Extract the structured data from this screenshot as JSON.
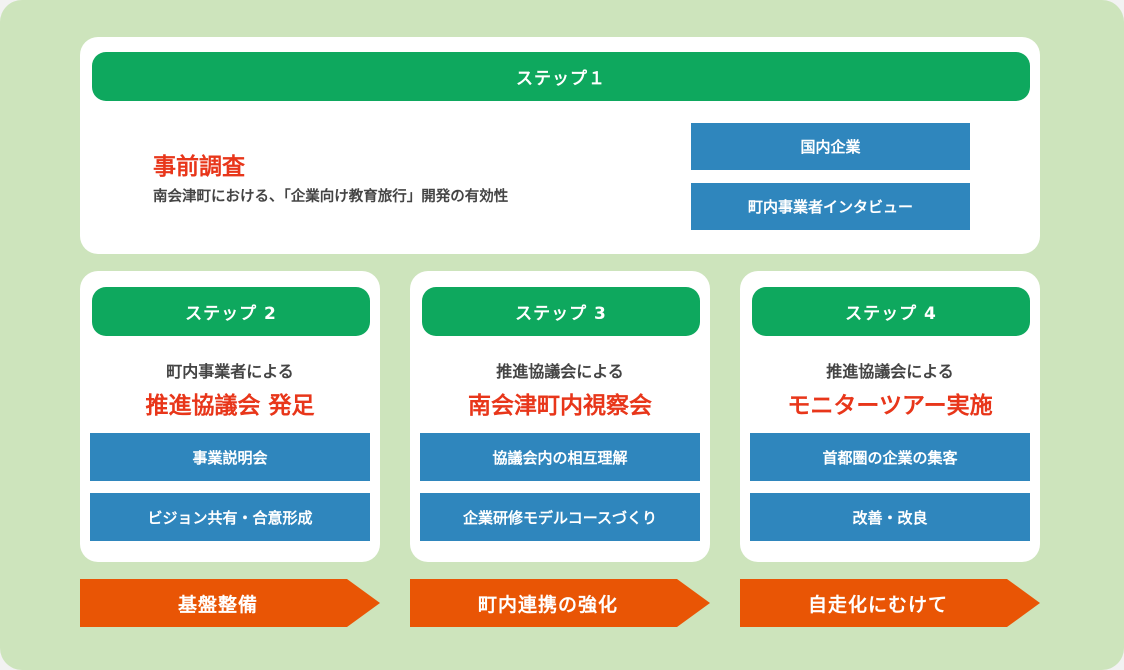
{
  "colors": {
    "background": "#cde4bc",
    "card": "#ffffff",
    "step_header": "#0ea85e",
    "action_box": "#2f86bd",
    "title_red": "#e8361a",
    "phase_arrow": "#e95505",
    "body_text": "#444444"
  },
  "step1": {
    "header": "ステップ１",
    "title": "事前調査",
    "description": "南会津町における、「企業向け教育旅行」開発の有効性",
    "actions": [
      "国内企業",
      "町内事業者インタビュー"
    ]
  },
  "steps": [
    {
      "header": "ステップ 2",
      "subtitle": "町内事業者による",
      "title": "推進協議会 発足",
      "actions": [
        "事業説明会",
        "ビジョン共有・合意形成"
      ],
      "phase": "基盤整備"
    },
    {
      "header": "ステップ 3",
      "subtitle": "推進協議会による",
      "title": "南会津町内視察会",
      "actions": [
        "協議会内の相互理解",
        "企業研修モデルコースづくり"
      ],
      "phase": "町内連携の強化"
    },
    {
      "header": "ステップ 4",
      "subtitle": "推進協議会による",
      "title": "モニターツアー実施",
      "actions": [
        "首都圏の企業の集客",
        "改善・改良"
      ],
      "phase": "自走化にむけて"
    }
  ]
}
